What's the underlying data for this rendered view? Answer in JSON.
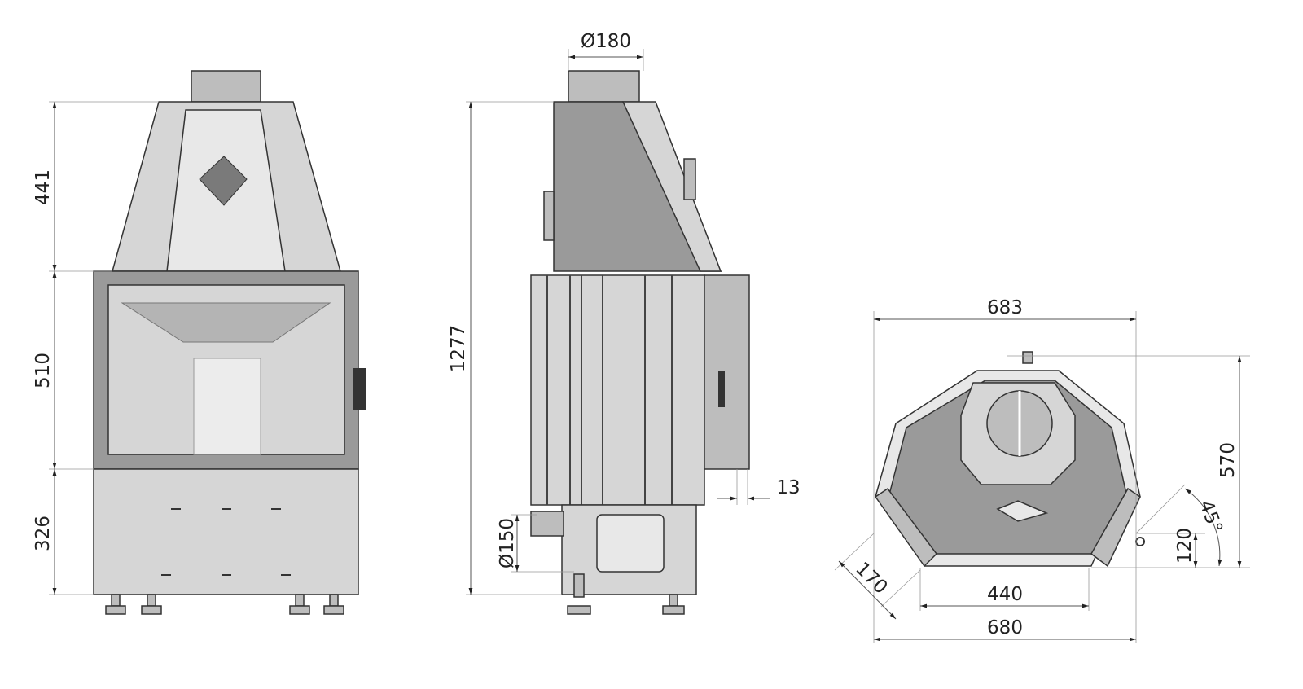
{
  "front_view": {
    "dims": {
      "hood_height": "441",
      "glass_height": "510",
      "base_height": "326"
    }
  },
  "side_view": {
    "dims": {
      "flue_diameter": "Ø180",
      "total_height": "1277",
      "air_inlet_diameter": "Ø150",
      "door_offset": "13"
    }
  },
  "top_view": {
    "dims": {
      "top_width": "683",
      "depth": "570",
      "angle": "45°",
      "side_offset": "120",
      "side_length": "170",
      "front_width": "440",
      "bottom_width": "680"
    }
  },
  "colors": {
    "light": "#d6d6d6",
    "mid": "#bdbdbd",
    "dark": "#9a9a9a",
    "line": "#333333"
  }
}
